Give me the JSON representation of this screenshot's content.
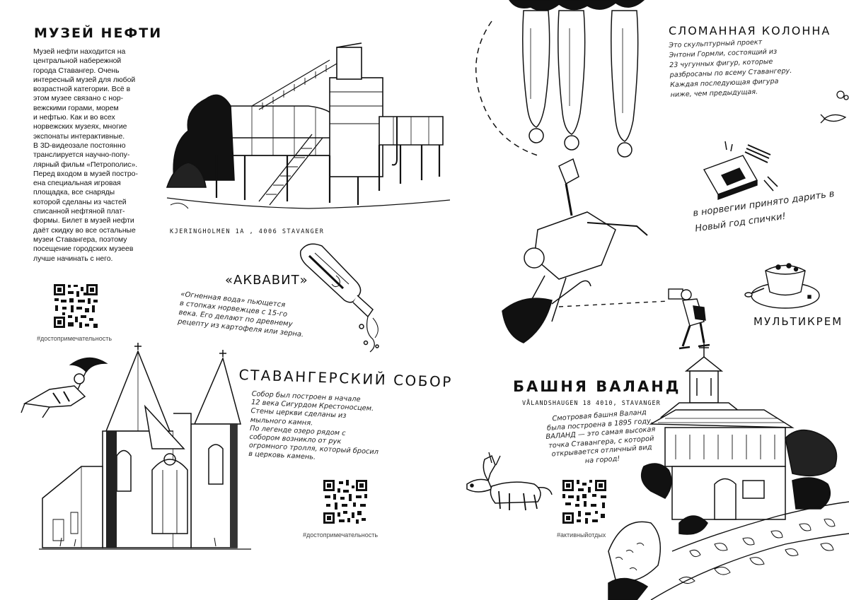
{
  "oil_museum": {
    "title": "МУЗЕЙ НЕФТИ",
    "body": "Музей нефти находится на\nцентральной набережной\nгорода Ставангер. Очень\nинтересный музей для любой\nвозрастной категории. Всё в\nэтом музее связано с нор-\nвежскими горами, морем\nи нефтью. Как и во всех\nнорвежских музеях, многие\nэкспонаты интерактивные.\nВ 3D-видеозале постоянно\nтранслируется научно-попу-\nлярный фильм «Петрополис».\nПеред входом в музей постро-\nена специальная игровая\nплощадка, все снаряды\nкоторой сделаны из частей\nсписанной нефтяной плат-\nформы. Билет в музей нефти\nдаёт скидку во все остальные\nмузеи Ставангера, поэтому\nпосещение городских музеев\nлучше начинать с него.",
    "hashtag": "#достопримечательность",
    "address": "KJERINGHOLMEN 1A , 4006 STAVANGER"
  },
  "akvavit": {
    "title": "«АКВАВИТ»",
    "body": "«Огненная вода» пьющется\nв стопках норвежцев с 15-го\nвека. Его делают по древнему\nрецепту из картофеля или зерна."
  },
  "cathedral": {
    "title": "СТАВАНГЕРСКИЙ СОБОР",
    "body": "Собор был построен в начале\n12 века Сигурдом Крестоносцем.\nСтены церкви сделаны из\nмыльного камня.\nПо легенде озеро рядом с\nсобором возникло от рук\nогромного тролля, который бросил\nв церковь камень.",
    "hashtag": "#достопримечательность"
  },
  "broken_column": {
    "title": "СЛОМАННАЯ КОЛОННА",
    "body": "Это скульптурный проект\nЭнтони Гормли, состоящий из\n23 чугунных фигур, которые\nразбросаны по всему Ставангеру.\nКаждая последующая фигура\nниже, чем предыдущая."
  },
  "matches_note": "в норвегии принято дарить в Новый год спички!",
  "multikrem": {
    "title": "МУЛЬТИКРЕМ"
  },
  "valand": {
    "title": "БАШНЯ ВАЛАНД",
    "address": "VÅLANDSHAUGEN 18 4010, STAVANGER",
    "body": "Смотровая башня Валанд\nбыла построена в 1895 году.\nВАЛАНД — это самая высокая\nточка Ставангера, с которой\nоткрывается отличный вид\nна город!",
    "hashtag": "#активныйотдых"
  },
  "icons": [
    "qr-code-icon",
    "oil-museum-illustration",
    "cathedral-illustration",
    "valand-tower-illustration",
    "broken-column-figures-illustration",
    "akvavit-bottle-illustration",
    "umbrella-man-illustration",
    "matches-box-illustration",
    "multikrem-dessert-illustration",
    "dog-illustration",
    "fish-illustration"
  ]
}
